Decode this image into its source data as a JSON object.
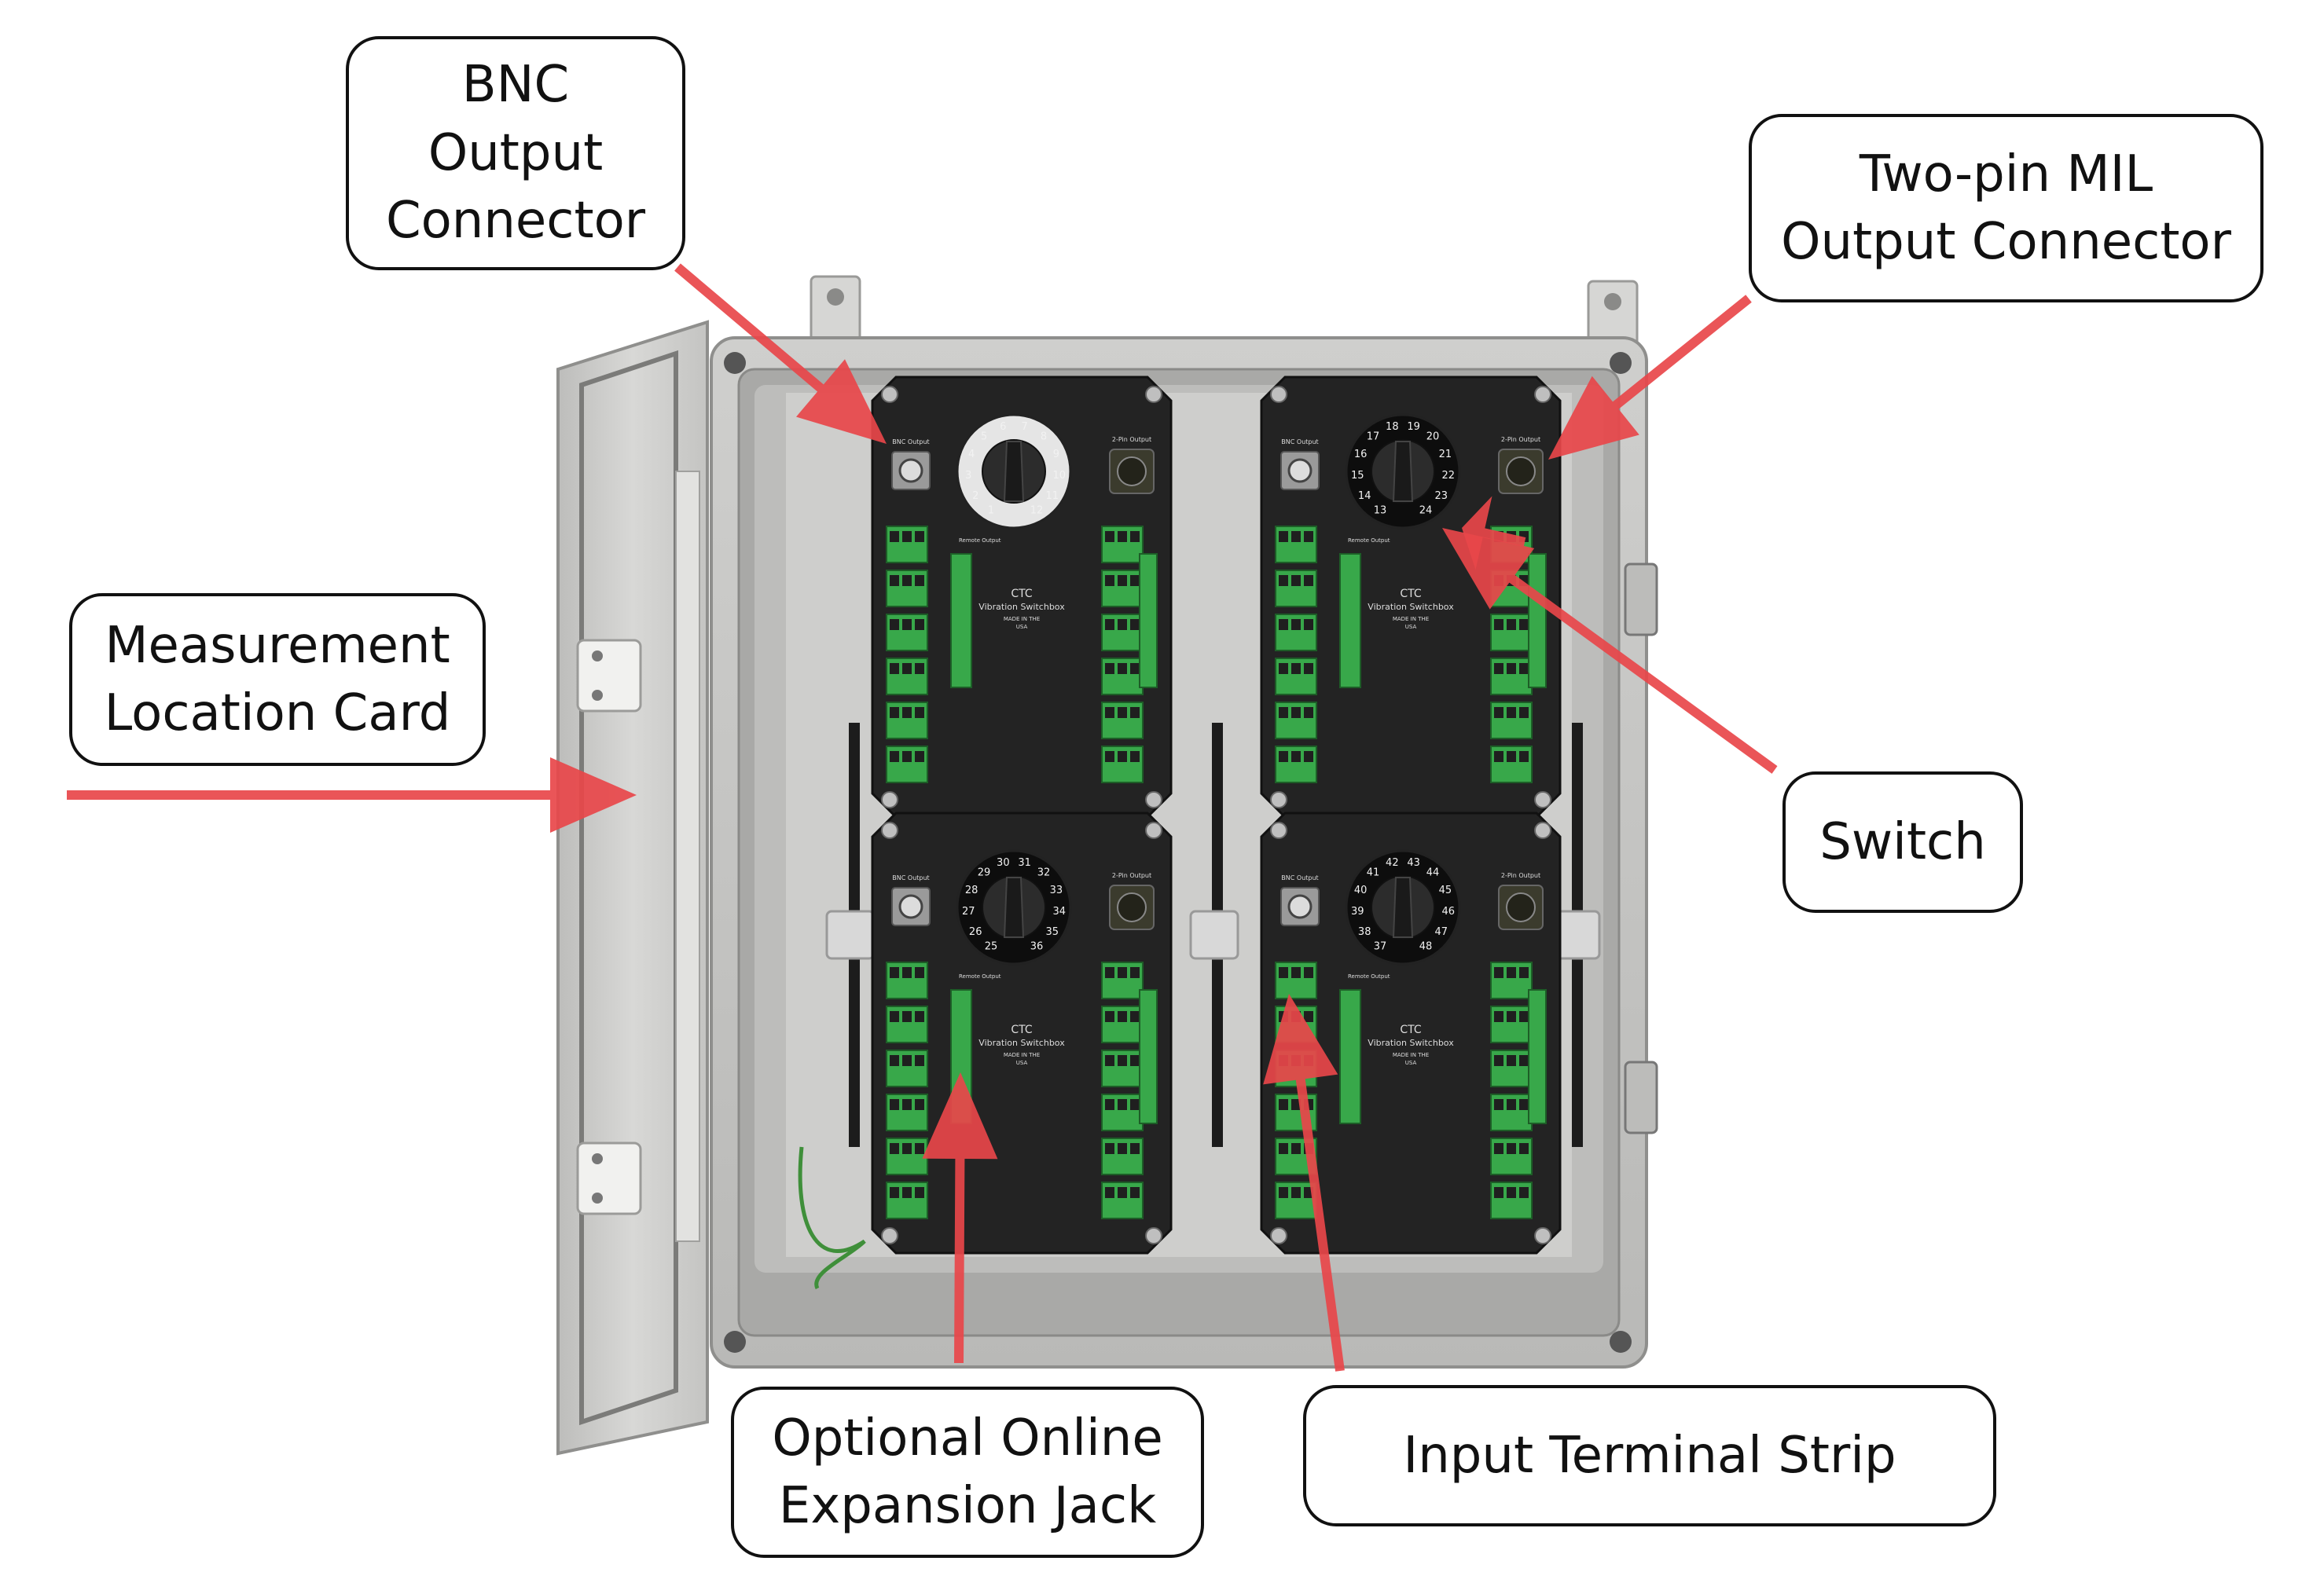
{
  "figure": {
    "callouts": {
      "bnc_output_connector": [
        "BNC",
        "Output",
        "Connector"
      ],
      "two_pin_mil_output_connector": [
        "Two-pin MIL",
        "Output Connector"
      ],
      "measurement_location_card": [
        "Measurement",
        "Location Card"
      ],
      "switch": [
        "Switch"
      ],
      "optional_online_expansion_jack": [
        "Optional Online",
        "Expansion Jack"
      ],
      "input_terminal_strip": [
        "Input Terminal Strip"
      ]
    },
    "panel_labels": {
      "brand": "CTC",
      "product": "Vibration Switchbox",
      "origin_line1": "MADE IN THE",
      "origin_line2": "USA",
      "bnc_label": "BNC Output",
      "mil_label": "2-Pin Output",
      "remote_output": "Remote Output"
    },
    "dial_numbers": {
      "top_left": [
        "1",
        "2",
        "3",
        "4",
        "5",
        "6",
        "7",
        "8",
        "9",
        "10",
        "11",
        "12"
      ],
      "top_right": [
        "13",
        "14",
        "15",
        "16",
        "17",
        "18",
        "19",
        "20",
        "21",
        "22",
        "23",
        "24"
      ],
      "bottom_left": [
        "25",
        "26",
        "27",
        "28",
        "29",
        "30",
        "31",
        "32",
        "33",
        "34",
        "35",
        "36"
      ],
      "bottom_right": [
        "37",
        "38",
        "39",
        "40",
        "41",
        "42",
        "43",
        "44",
        "45",
        "46",
        "47",
        "48"
      ]
    },
    "colors": {
      "arrow": "#e8474a",
      "enclosure": "#c9c9c7",
      "panel": "#232323",
      "terminal": "#38a84a",
      "callout_border": "#111111"
    }
  }
}
